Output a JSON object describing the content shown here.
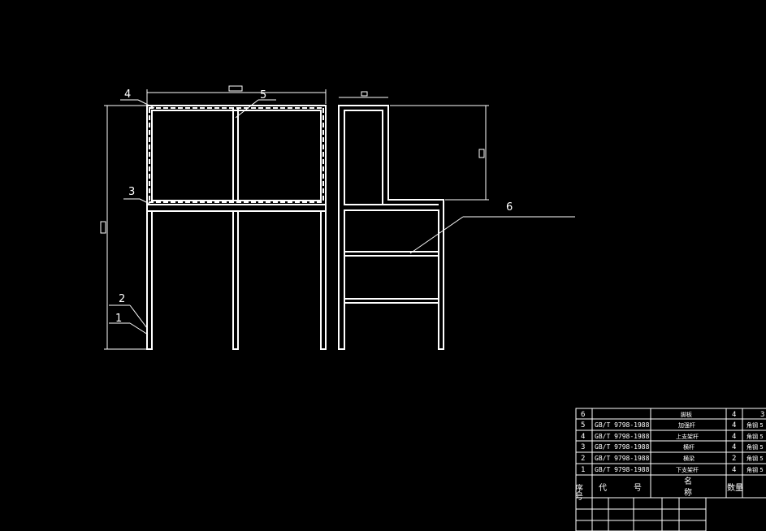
{
  "drawing": {
    "front_view_callouts": [
      "4",
      "5",
      "3",
      "2",
      "1"
    ],
    "side_view_callouts": [
      "6"
    ]
  },
  "bom_table": {
    "rows": [
      {
        "no": "6",
        "code": "",
        "name": "脚板",
        "qty": "4",
        "material": "3"
      },
      {
        "no": "5",
        "code": "GB/T 9798-1988",
        "name": "加强杆",
        "qty": "4",
        "material": "角钢 5"
      },
      {
        "no": "4",
        "code": "GB/T 9798-1988",
        "name": "上支架杆",
        "qty": "4",
        "material": "角钢 5"
      },
      {
        "no": "3",
        "code": "GB/T 9798-1988",
        "name": "横杆",
        "qty": "4",
        "material": "角钢 5"
      },
      {
        "no": "2",
        "code": "GB/T 9798-1988",
        "name": "横梁",
        "qty": "2",
        "material": "角钢 5"
      },
      {
        "no": "1",
        "code": "GB/T 9798-1988",
        "name": "下支架杆",
        "qty": "4",
        "material": "角钢 5"
      }
    ],
    "header": {
      "no": "序号",
      "code_a": "代",
      "code_b": "号",
      "name_a": "名",
      "name_b": "称",
      "qty": "数量"
    }
  },
  "colors": {
    "background": "#000000",
    "line": "#ffffff"
  }
}
